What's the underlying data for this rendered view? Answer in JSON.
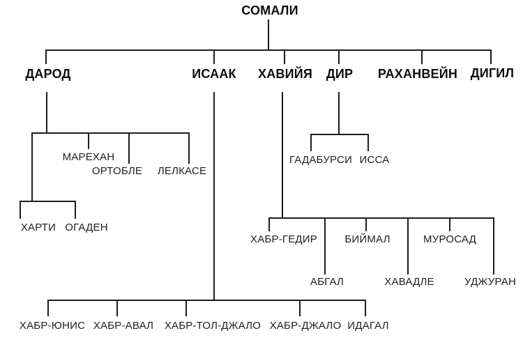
{
  "nodes": {
    "somali": "СОМАЛИ",
    "darod": "ДАРОД",
    "isaak": "ИСААК",
    "haviya": "ХАВИЙЯ",
    "dir": "ДИР",
    "rahanvein": "РАХАНВЕЙН",
    "digil": "ДИГИЛ",
    "marehan": "МАРЕХАН",
    "ortoble": "ОРТОБЛЕ",
    "lelkase": "ЛЕЛКАСЕ",
    "harti": "ХАРТИ",
    "ogaden": "ОГАДЕН",
    "gadabursi": "ГАДАБУРСИ",
    "issa": "ИССА",
    "habr_gedir": "ХАБР-ГЕДИР",
    "abgal": "АБГАЛ",
    "biymal": "БИЙМАЛ",
    "havadle": "ХАВАДЛЕ",
    "murosad": "МУРОСАД",
    "udzhuran": "УДЖУРАН",
    "habr_yunis": "ХАБР-ЮНИС",
    "habr_aval": "ХАБР-АВАЛ",
    "habr_tol_dzhalo": "ХАБР-ТОЛ-ДЖАЛО",
    "habr_dzhalo": "ХАБР-ДЖАЛО",
    "idagal": "ИДАГАЛ"
  },
  "hierarchy": {
    "somali": [
      "darod",
      "isaak",
      "haviya",
      "dir",
      "rahanvein",
      "digil"
    ],
    "darod": [
      "marehan",
      "ortoble",
      "lelkase",
      "darod_lower_branch"
    ],
    "darod_lower_branch": [
      "harti",
      "ogaden"
    ],
    "isaak": [
      "habr_yunis",
      "habr_aval",
      "habr_tol_dzhalo",
      "habr_dzhalo",
      "idagal"
    ],
    "haviya": [
      "habr_gedir",
      "abgal",
      "biymal",
      "havadle",
      "murosad",
      "udzhuran"
    ],
    "dir": [
      "gadabursi",
      "issa"
    ]
  },
  "colors": {
    "background": "#ffffff",
    "line": "#1c1c1c",
    "text": "#1e1e1e"
  }
}
